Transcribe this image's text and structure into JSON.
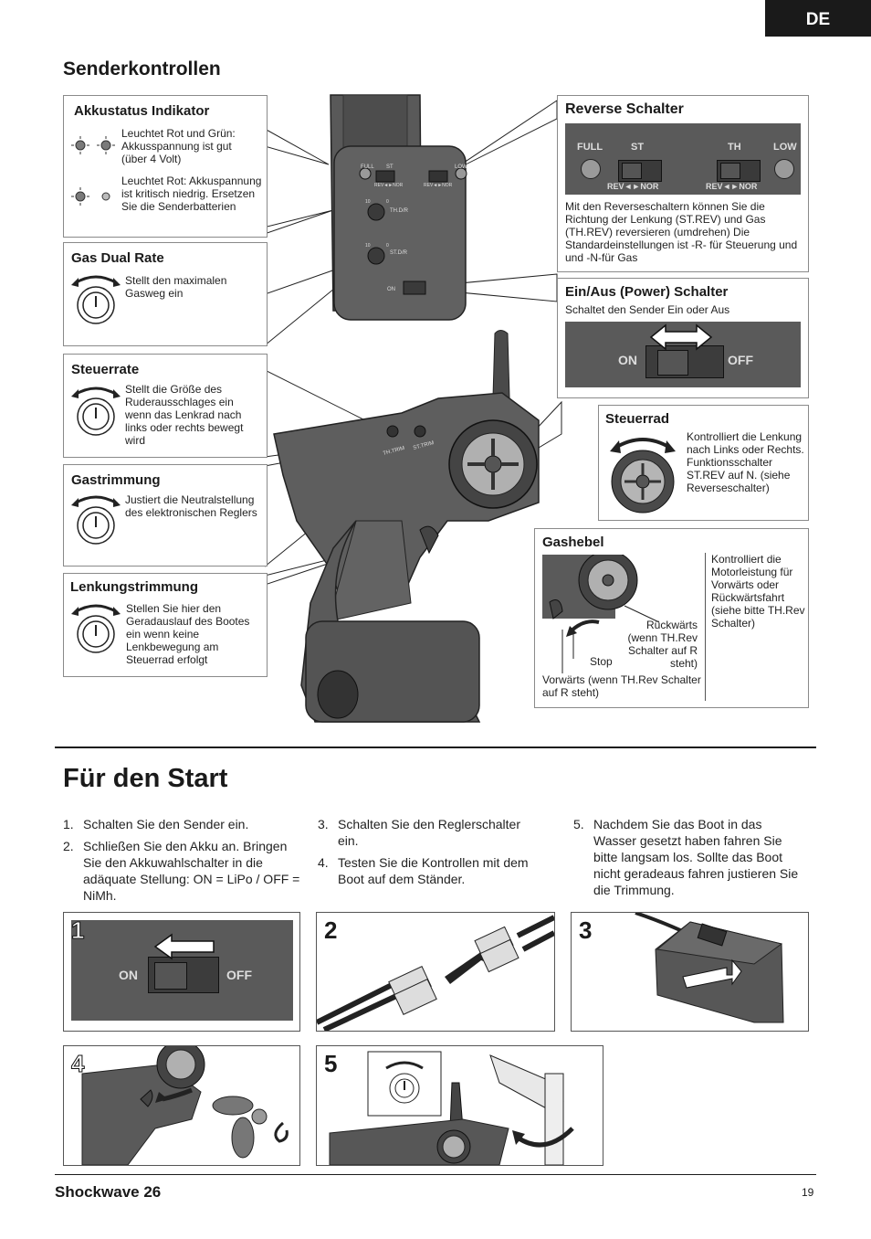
{
  "lang_tab": "DE",
  "section_title": "Senderkontrollen",
  "akku": {
    "title": "Akkustatus Indikator",
    "text1": "Leuchtet Rot und Grün: Akkusspannung ist gut (über 4 Volt)",
    "text2": "Leuchtet Rot: Akkuspannung ist kritisch niedrig. Ersetzen Sie die Senderbatterien"
  },
  "gas_dual_rate": {
    "title": "Gas Dual Rate",
    "text": "Stellt den maximalen Gasweg ein"
  },
  "steuerrate": {
    "title": "Steuerrate",
    "text": "Stellt die Größe des Ruderausschlages ein wenn das Lenkrad nach links oder rechts bewegt wird"
  },
  "gastrimmung": {
    "title": "Gastrimmung",
    "text": "Justiert die Neutralstellung des elektronischen Reglers"
  },
  "lenkungstrimmung": {
    "title": "Lenkungstrimmung",
    "text": "Stellen Sie hier den Geradauslauf des Bootes ein wenn keine Lenkbewegung am Steuerrad erfolgt"
  },
  "reverse": {
    "title": "Reverse Schalter",
    "text": "Mit den Reverseschaltern können Sie die Richtung der Lenkung  (ST.REV) und Gas (TH.REV) reversieren (umdrehen) Die Standardeinstellungen ist -R- für Steuerung und und -N-für Gas",
    "full": "FULL",
    "st": "ST",
    "th": "TH",
    "low": "LOW",
    "rev_nor": "REV◄►NOR"
  },
  "power": {
    "title": "Ein/Aus (Power) Schalter",
    "text": "Schaltet den Sender Ein oder Aus",
    "on": "ON",
    "off": "OFF"
  },
  "steuerrad": {
    "title": "Steuerrad",
    "text": "Kontrolliert die Lenkung nach Links oder Rechts. Funktionsschalter ST.REV auf N. (siehe Reverseschalter)"
  },
  "gashebel": {
    "title": "Gashebel",
    "rueck": "Rückwärts (wenn TH.Rev Schalter auf R steht)",
    "stop": "Stop",
    "vorw": "Vorwärts (wenn TH.Rev Schalter auf R steht)",
    "right": "Kontrolliert die Motorleistung für Vorwärts oder Rückwärtsfahrt (siehe bitte TH.Rev Schalter)"
  },
  "tx_labels": {
    "full": "FULL",
    "st": "ST",
    "low": "LOW",
    "revnor": "REV◄►NOR",
    "thdr": "TH.D/R",
    "stdr": "ST.D/R",
    "on": "ON",
    "th_trim": "TH.TRIM",
    "st_trim": "ST.TRIM",
    "ten": "10",
    "zero": "0"
  },
  "start": {
    "title": "Für den Start",
    "steps": [
      {
        "n": "1.",
        "t": "Schalten Sie den Sender ein."
      },
      {
        "n": "2.",
        "t": "Schließen Sie den Akku an. Bringen Sie den Akkuwahlschalter in die adäquate Stellung: ON = LiPo / OFF = NiMh."
      },
      {
        "n": "3.",
        "t": "Schalten Sie den Reglerschalter ein."
      },
      {
        "n": "4.",
        "t": "Testen Sie die Kontrollen mit dem Boot auf dem Ständer."
      },
      {
        "n": "5.",
        "t": "Nachdem Sie das Boot in das Wasser gesetzt haben fahren Sie bitte langsam los. Sollte das Boot nicht geradeaus fahren justieren Sie die Trimmung."
      }
    ],
    "figs": [
      "1",
      "2",
      "3",
      "4",
      "5"
    ],
    "fig1_on": "ON",
    "fig1_off": "OFF"
  },
  "footer": {
    "product": "Shockwave 26",
    "page": "19"
  }
}
